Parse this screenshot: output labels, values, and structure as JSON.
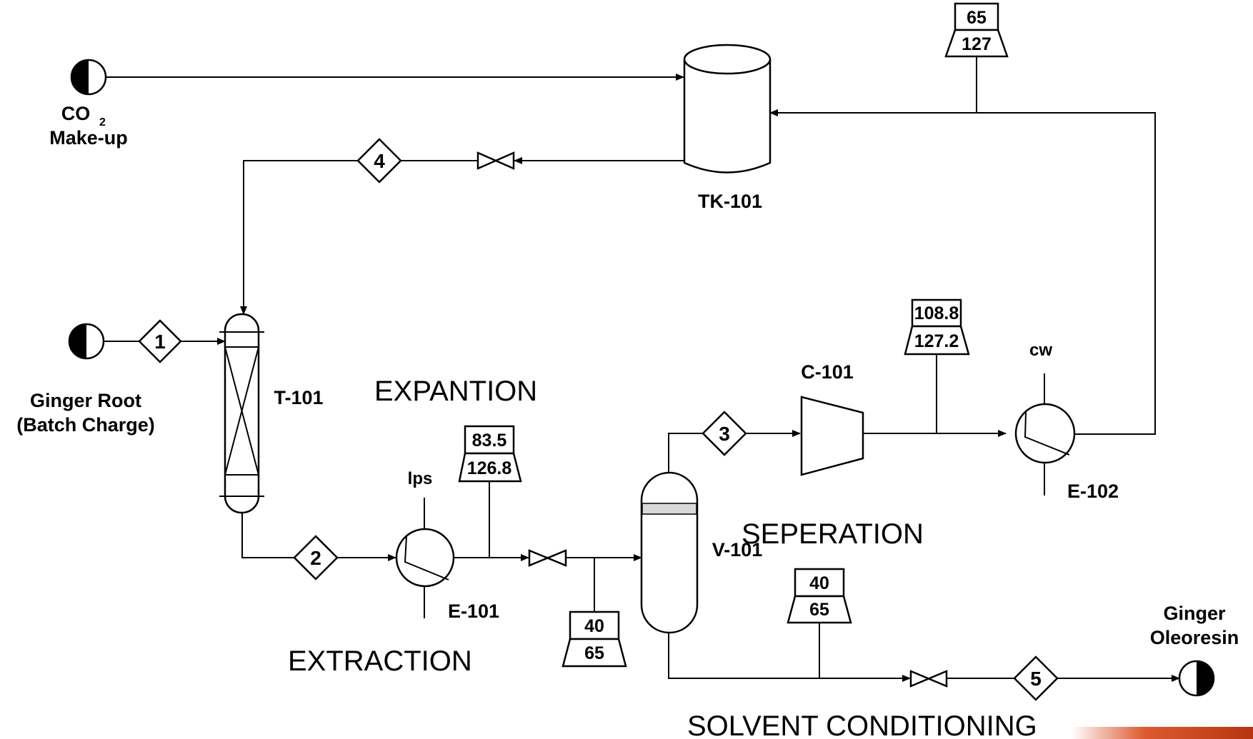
{
  "colors": {
    "line": "#000000",
    "background": "#ffffff",
    "demister": "#d9d9d9",
    "corner_glow": "#d9481a"
  },
  "sources": {
    "co2": {
      "line1": "CO",
      "subscript": "2",
      "line2": "Make-up"
    },
    "ginger_root": {
      "line1": "Ginger Root",
      "line2": "(Batch Charge)"
    },
    "product": {
      "line1": "Ginger",
      "line2": "Oleoresin"
    }
  },
  "equipment": {
    "tank": "TK-101",
    "extractor": "T-101",
    "heater": "E-101",
    "separator": "V-101",
    "compressor": "C-101",
    "cooler": "E-102"
  },
  "utilities": {
    "heater": "lps",
    "cooler": "cw"
  },
  "streams": [
    "1",
    "2",
    "3",
    "4",
    "5"
  ],
  "sections": {
    "expansion": "EXPANTION",
    "extraction": "EXTRACTION",
    "separation": "SEPERATION",
    "conditioning": "SOLVENT CONDITIONING"
  },
  "conditions": [
    {
      "top": "65",
      "bottom": "127"
    },
    {
      "top": "108.8",
      "bottom": "127.2"
    },
    {
      "top": "83.5",
      "bottom": "126.8"
    },
    {
      "top": "40",
      "bottom": "65"
    },
    {
      "top": "40",
      "bottom": "65"
    }
  ],
  "icons": [
    "source-sink-icon",
    "gate-valve-icon",
    "heat-exchanger-icon",
    "compressor-icon",
    "packed-column-icon",
    "flash-vessel-icon",
    "storage-tank-icon",
    "stream-number-diamond-icon",
    "temperature-pressure-flag-icon"
  ]
}
